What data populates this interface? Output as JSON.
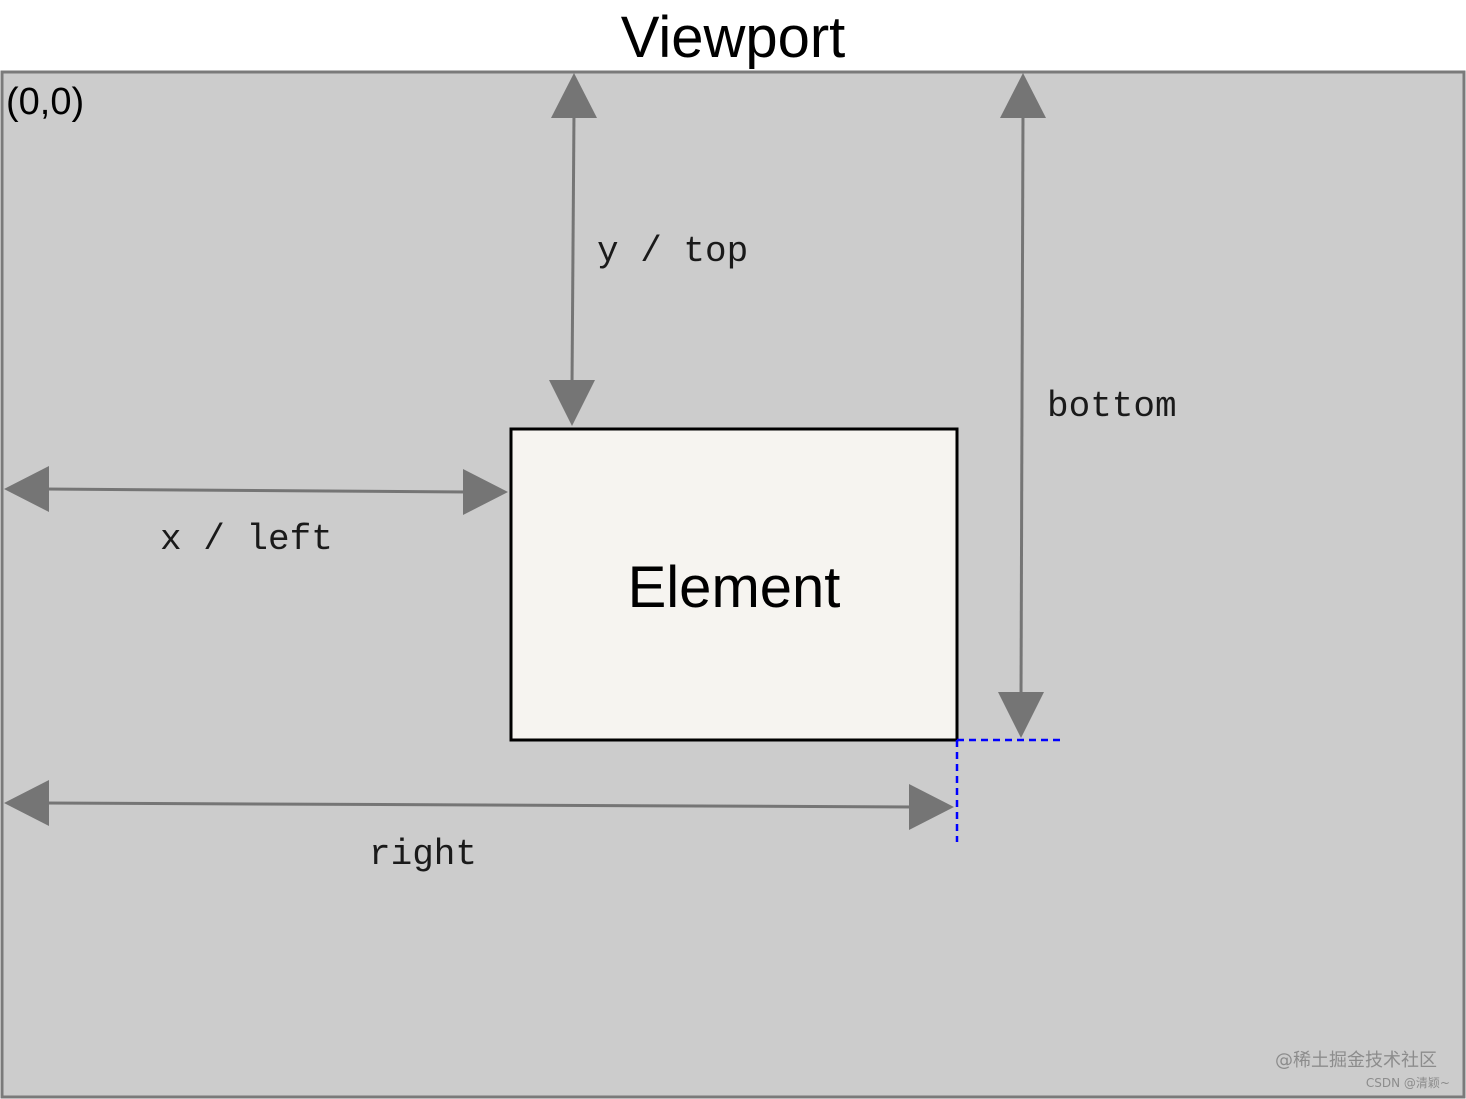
{
  "title": "Viewport",
  "origin_label": "(0,0)",
  "element_label": "Element",
  "measurements": {
    "y_top": "y / top",
    "x_left": "x / left",
    "right": "right",
    "bottom": "bottom"
  },
  "watermark": {
    "line1": "@稀土掘金技术社区",
    "line2": "CSDN @清颖~"
  },
  "colors": {
    "viewport_fill": "#cccccc",
    "viewport_border": "#7a7a7a",
    "element_fill": "#f6f4f0",
    "element_border": "#000000",
    "arrow": "#757575",
    "guide": "#0000ff"
  }
}
